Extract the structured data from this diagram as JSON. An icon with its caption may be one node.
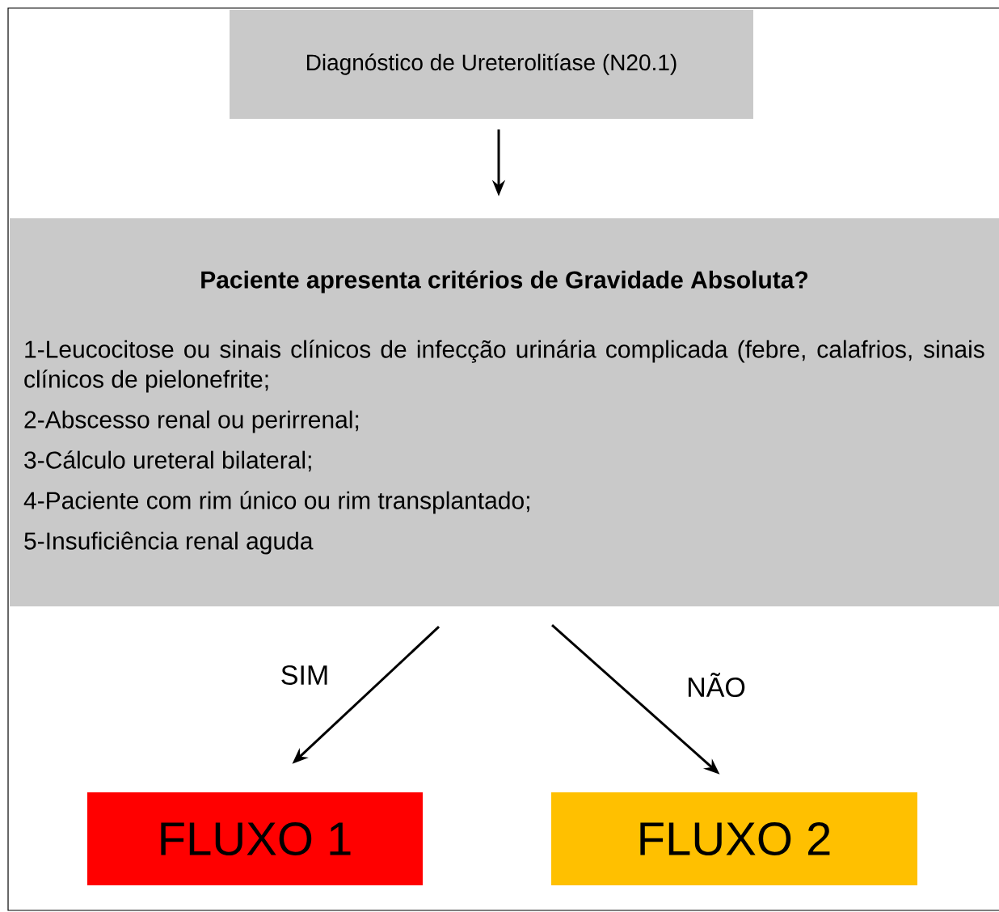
{
  "diagram": {
    "nodes": [
      {
        "text": [
          "Diagnóstico de Ureterolitíase (N20.1)"
        ]
      },
      {
        "text": [
          "Paciente apresenta critérios de Gravidade Absoluta?",
          "1-Leucocitose ou sinais clínicos de infecção urinária complicada (febre, calafrios, sinais clínicos de pielonefrite;",
          "2-Abscesso renal ou perirrenal;",
          "3-Cálculo ureteral bilateral;",
          "4-Paciente com rim único ou rim transplantado;",
          "5-Insuficiência renal aguda"
        ]
      },
      {
        "text": [
          "FLUXO 1"
        ]
      },
      {
        "text": [
          "FLUXO 2"
        ]
      }
    ],
    "edges": [
      {
        "from": 0,
        "to": 1,
        "arrow": "to"
      },
      {
        "from": 1,
        "to": 2,
        "arrow": "to",
        "label": "SIM"
      },
      {
        "from": 1,
        "to": 3,
        "arrow": "to",
        "label": "NÃO"
      }
    ]
  }
}
